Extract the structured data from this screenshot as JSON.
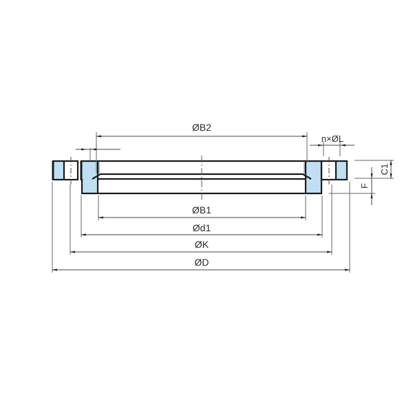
{
  "drawing": {
    "title": "Flange cross-section dimension drawing",
    "colors": {
      "fill": "#bfe0f2",
      "outline": "#1a1a1a",
      "dimension": "#555555",
      "background": "#ffffff"
    },
    "labels": {
      "b2": "ØB2",
      "nl": "n×ØL",
      "c1": "C1",
      "f": "F",
      "b1": "ØB1",
      "d1": "Ød1",
      "k": "ØK",
      "d": "ØD"
    }
  }
}
